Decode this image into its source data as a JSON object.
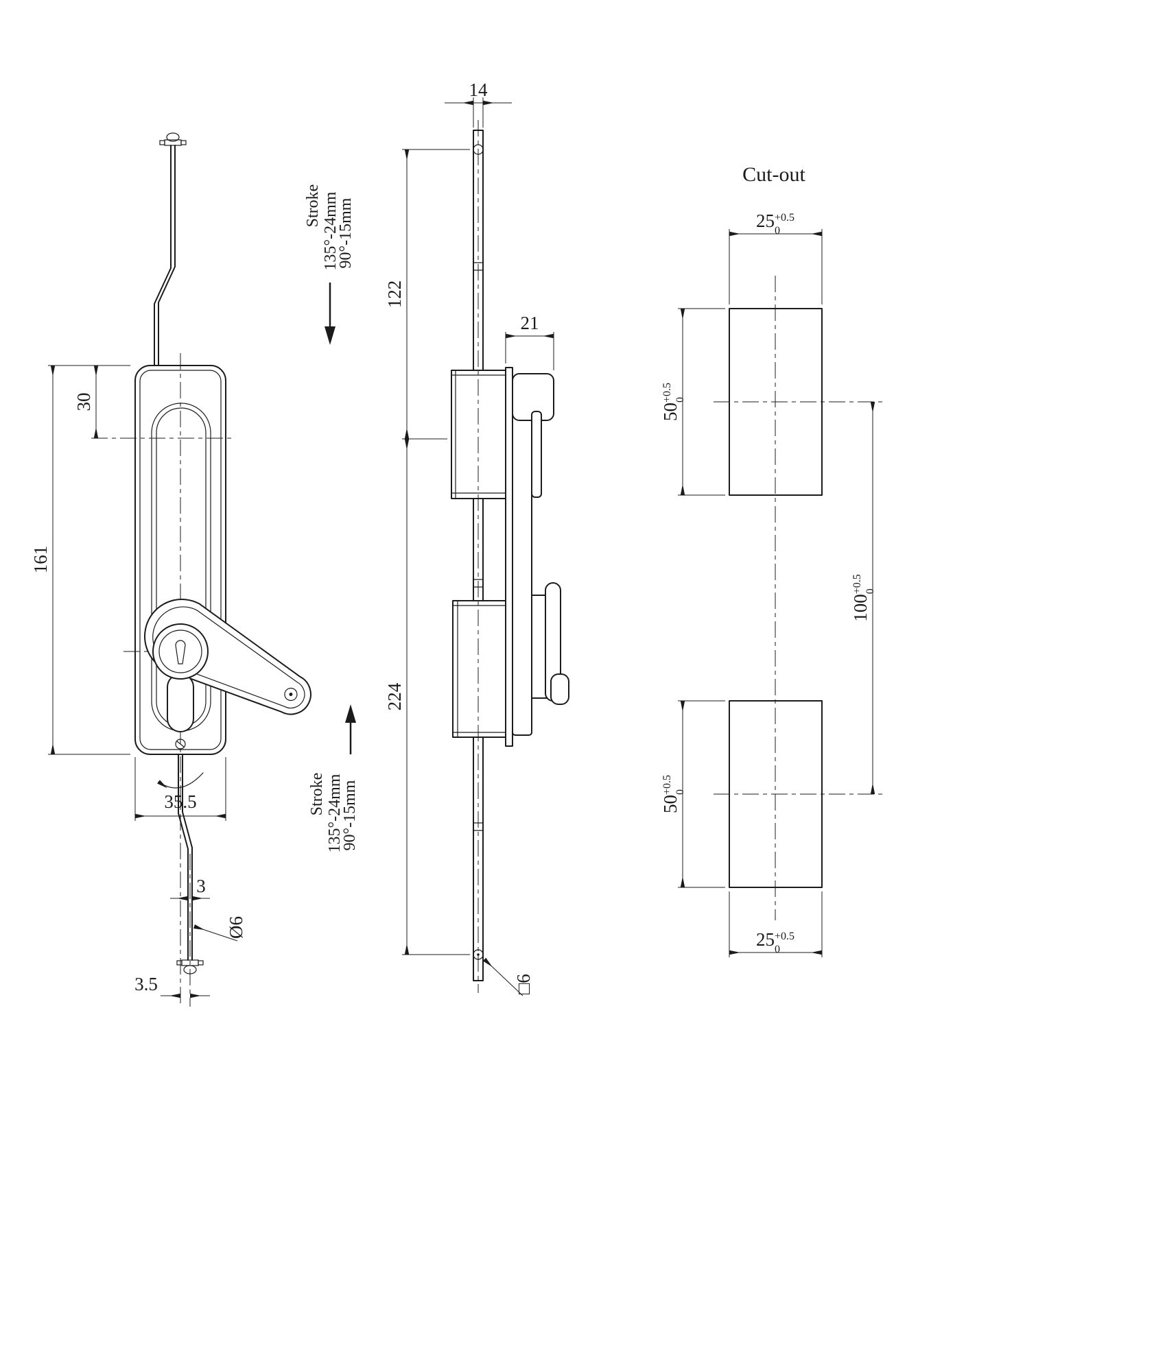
{
  "colors": {
    "line": "#1b1b1b",
    "background": "#ffffff"
  },
  "front_view": {
    "dims": {
      "hole_offset": "30",
      "body_height": "161",
      "body_width": "35.5",
      "rod_offset": "3",
      "rod_diameter": "Ø6",
      "end_offset": "3.5"
    }
  },
  "side_view": {
    "dims": {
      "rod_width": "14",
      "upper_rod_length": "122",
      "body_depth": "21",
      "lower_rod_length": "224",
      "rod_square": "□6"
    }
  },
  "stroke_note": {
    "title": "Stroke",
    "line1": "135°-24mm",
    "line2": "90°-15mm"
  },
  "cutout": {
    "title": "Cut-out",
    "width_top": {
      "value": "25",
      "tol_sup": "+0.5",
      "tol_sub": "0"
    },
    "height_top": {
      "value": "50",
      "tol_sup": "+0.5",
      "tol_sub": "0"
    },
    "pitch": {
      "value": "100",
      "tol_sup": "+0.5",
      "tol_sub": "0"
    },
    "height_bottom": {
      "value": "50",
      "tol_sup": "+0.5",
      "tol_sub": "0"
    },
    "width_bottom": {
      "value": "25",
      "tol_sup": "+0.5",
      "tol_sub": "0"
    }
  }
}
